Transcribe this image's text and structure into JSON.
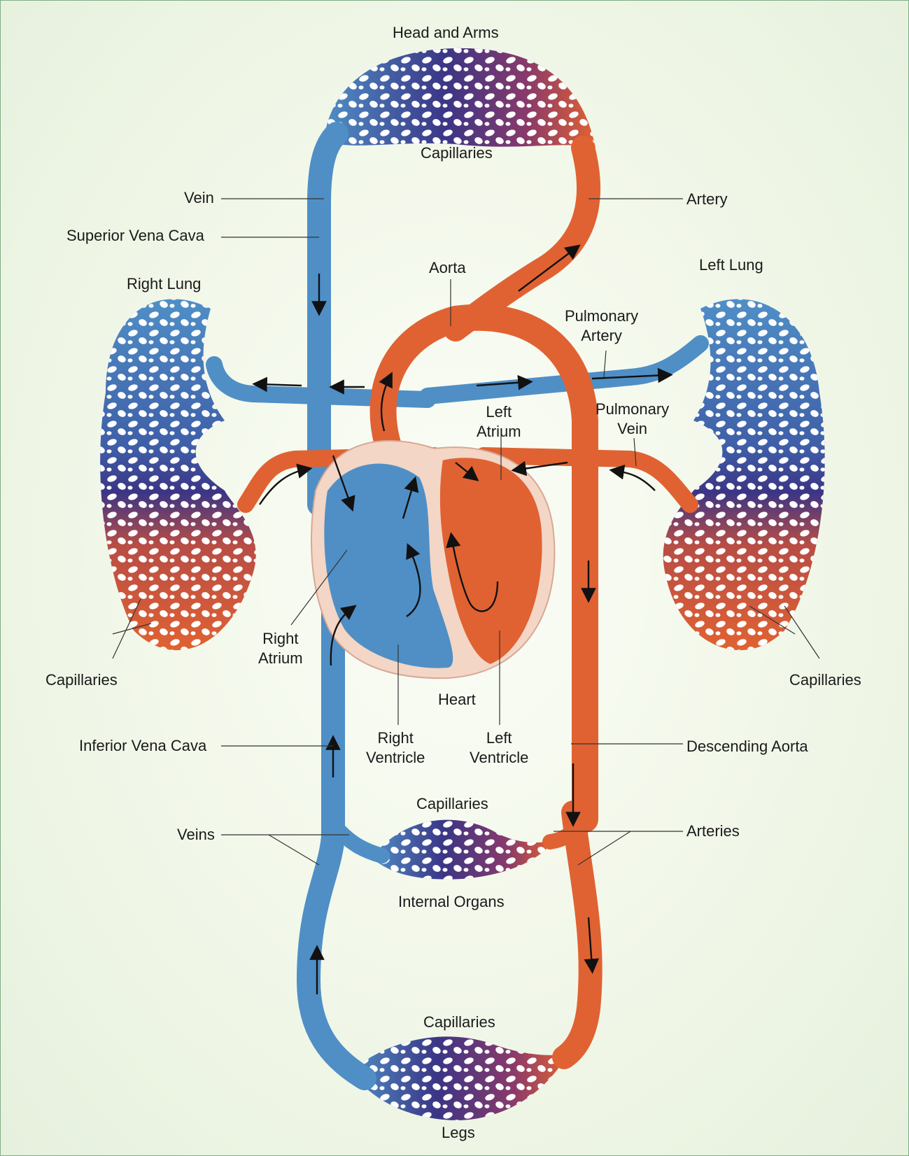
{
  "colors": {
    "vein": "#4f8fc6",
    "artery": "#e06232",
    "deoxygenated_capillary_mid": "#3b3585",
    "heart_outline": "#f3d6c6",
    "background": "#eef5e6",
    "leader": "#333333"
  },
  "labels": {
    "head_and_arms": "Head and Arms",
    "capillaries_head": "Capillaries",
    "vein": "Vein",
    "artery": "Artery",
    "superior_vena_cava": "Superior Vena Cava",
    "aorta": "Aorta",
    "left_lung": "Left Lung",
    "right_lung": "Right Lung",
    "pulmonary_artery": [
      "Pulmonary",
      "Artery"
    ],
    "pulmonary_vein": [
      "Pulmonary",
      "Vein"
    ],
    "left_atrium": [
      "Left",
      "Atrium"
    ],
    "right_atrium": [
      "Right",
      "Atrium"
    ],
    "capillaries_right_lung": "Capillaries",
    "capillaries_left_lung": "Capillaries",
    "heart": "Heart",
    "inferior_vena_cava": "Inferior Vena Cava",
    "right_ventricle": [
      "Right",
      "Ventricle"
    ],
    "left_ventricle": [
      "Left",
      "Ventricle"
    ],
    "descending_aorta": "Descending Aorta",
    "capillaries_internal": "Capillaries",
    "veins": "Veins",
    "arteries": "Arteries",
    "internal_organs": "Internal Organs",
    "capillaries_legs": "Capillaries",
    "legs": "Legs"
  }
}
